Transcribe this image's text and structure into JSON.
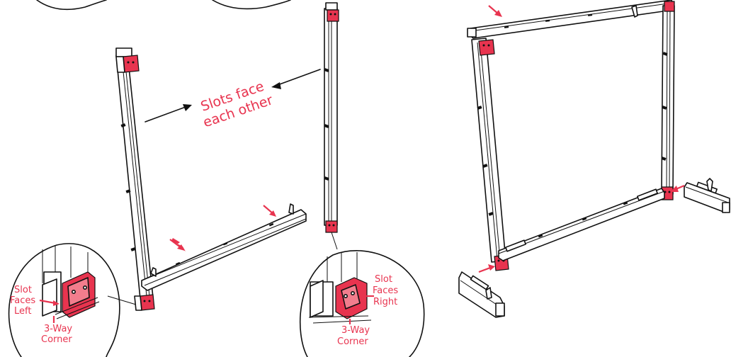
{
  "callout": {
    "line1": "Slots face",
    "line2": "each other"
  },
  "left_inset": {
    "slot_label": [
      "Slot",
      "Faces",
      "Left"
    ],
    "corner_label": [
      "3-Way",
      "Corner"
    ]
  },
  "right_inset": {
    "slot_label": [
      "Slot",
      "Faces",
      "Right"
    ],
    "corner_label": [
      "3-Way",
      "Corner"
    ]
  },
  "colors": {
    "accent": "#e8344f",
    "line": "#111111"
  }
}
